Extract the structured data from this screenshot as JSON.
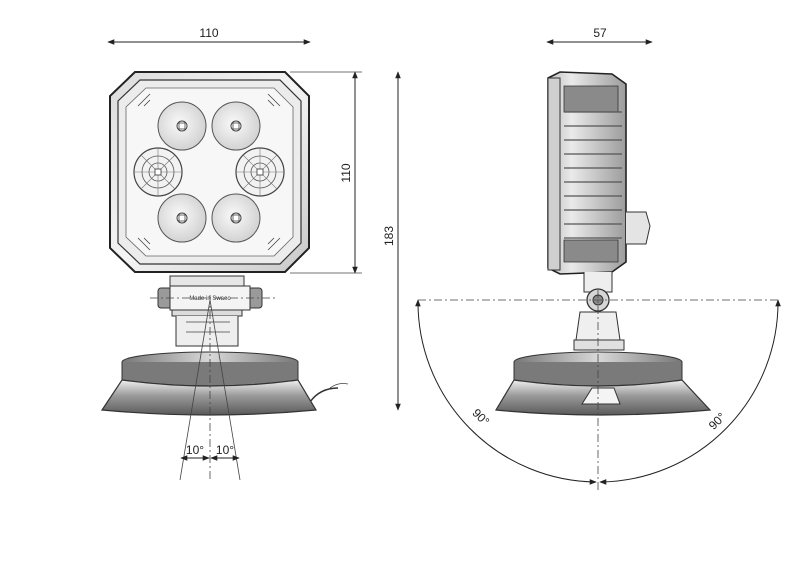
{
  "dimensions": {
    "front_width": "110",
    "front_height": "110",
    "total_height": "183",
    "side_depth": "57"
  },
  "angles": {
    "tilt_left": "10°",
    "tilt_right": "10°",
    "swivel_left": "90°",
    "swivel_right": "90°"
  },
  "bracket_label": "Made in Swaeo"
}
